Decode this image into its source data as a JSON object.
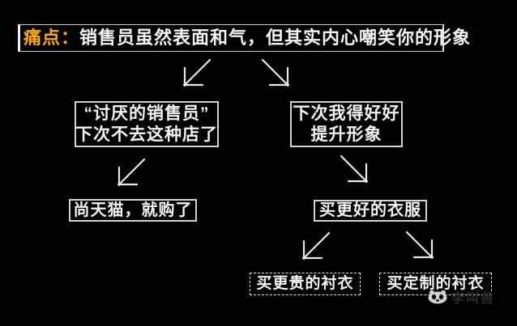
{
  "title": {
    "accent": "痛点：",
    "rest": "销售员虽然表面和气，但其实内心嘲笑你的形象"
  },
  "nodes": {
    "hate": {
      "line1": "“讨厌的销售员”",
      "line2": "下次不去这种店了"
    },
    "improve": {
      "line1": "下次我得好好",
      "line2": "提升形象"
    },
    "tmall": {
      "text": "尚天猫，就购了"
    },
    "better": {
      "text": "买更好的衣服"
    },
    "expensive": {
      "text": "买更贵的衬衣"
    },
    "custom": {
      "text": "买定制的衬衣"
    }
  },
  "watermark": {
    "text": "李叫兽",
    "icon": "panda-icon"
  },
  "colors": {
    "background": "#020202",
    "text": "#f3f3f3",
    "accent": "#ffaa00",
    "border_solid": "#d2d2d2",
    "border_dashed": "#e2e2e2",
    "arrow": "#e8e8e8"
  }
}
